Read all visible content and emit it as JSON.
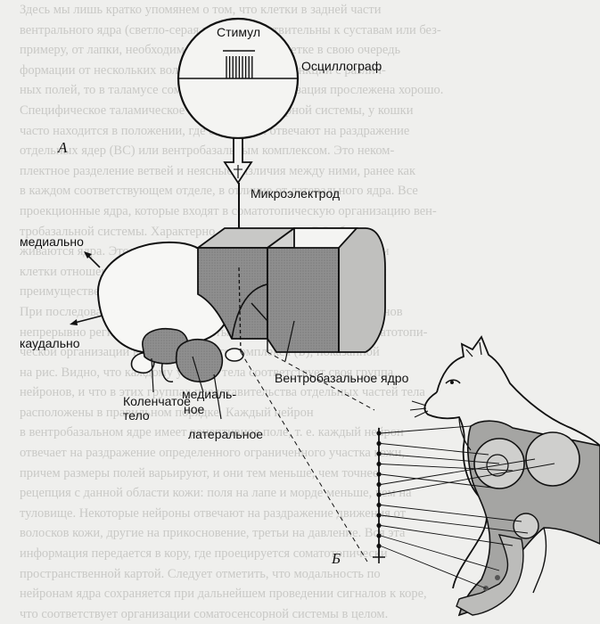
{
  "diagram": {
    "panel_a_letter": "А",
    "panel_b_letter": "Б",
    "stimulus_label": "Стимул",
    "oscillograph_label": "Осциллограф",
    "microelectrode_label": "Микроэлектрод",
    "medial_direction_label": "медиально",
    "caudal_direction_label": "каудально",
    "geniculate_label_line1": "Коленчатое",
    "geniculate_label_line2": "тело",
    "medial_nucleus_line1": "медиаль-",
    "medial_nucleus_line2": "ное",
    "lateral_nucleus_label": "латеральное",
    "ventrobasal_label": "Вентробазальное ядро",
    "colors": {
      "ink": "#111111",
      "shade": "#8a8a8a",
      "light_shade": "#bdbdbd",
      "paper": "#efefed"
    },
    "spike_count": 9,
    "electrode_recording_points": 12
  },
  "background_text": {
    "lines": [
      "Здесь мы лишь кратко упомянем о том, что клетки в задней части",
      "вентрального ядра (светло-серая на рис.) чувствительны к суставам или без-",
      "примеру, от лапки, необходимость внимания к клетке в свою очередь",
      "формации от нескольких волокон. Что касается функции с различ-",
      "ных полей, то в таламусе соматосенсорная организация прослежена хорошо.",
      "    Специфическое таламическое ядро соматосенсорной системы, у кошки",
      "часто находится в положении, где его клетки отвечают на раздражение",
      "отдельных ядер (ВС) или вентробазальным комплексом. Это неком-",
      "плектное разделение ветвей и неясные различия между ними, ранее как",
      "в каждом соответствующем отделе, в отличие от латерального ядра. Все",
      "проекционные ядра, которые входят в соматотопическую организацию вен-",
      "тробазальной системы. Характерно, что клетки ядер ВС обслу-",
      "живаются ядра. Это значит, что таламические клетки, так же, как и",
      "клетки отношения на разных уровнях системы, получают сигналы",
      "преимущественно от одной стороны тела.",
      "    При последовательном погружении микроэлектрода вглубь нейронов",
      "непрерывно регистрировались ответы, что свидетельствует о соматотопи-",
      "ческой организации вентробазального комплекса (Б), показанной",
      "на рис. Видно, что каждому участку тела соответствует своя группа",
      "нейронов, и что в этих группах представительства отдельных частей тела",
      "расположены в правильном порядке. Каждый нейрон",
      "в вентробазальном ядре имеет рецептивное поле, т. е. каждый нейрон",
      "отвечает на раздражение определенного ограниченного участка кожи,",
      "причем размеры полей варьируют, и они тем меньше, чем точнее",
      "рецепция с данной области кожи: поля на лапе и морде меньше, чем на",
      "туловище. Некоторые нейроны отвечают на раздражение движения от",
      "волосков кожи, другие на прикосновение, третьи на давление. Вся эта",
      "информация передается в кору, где проецируется соматотопически",
      "пространственной картой. Следует отметить, что модальность по",
      "нейронам ядра сохраняется при дальнейшем проведении сигналов к коре,",
      "что соответствует организации соматосенсорной системы в целом."
    ]
  }
}
